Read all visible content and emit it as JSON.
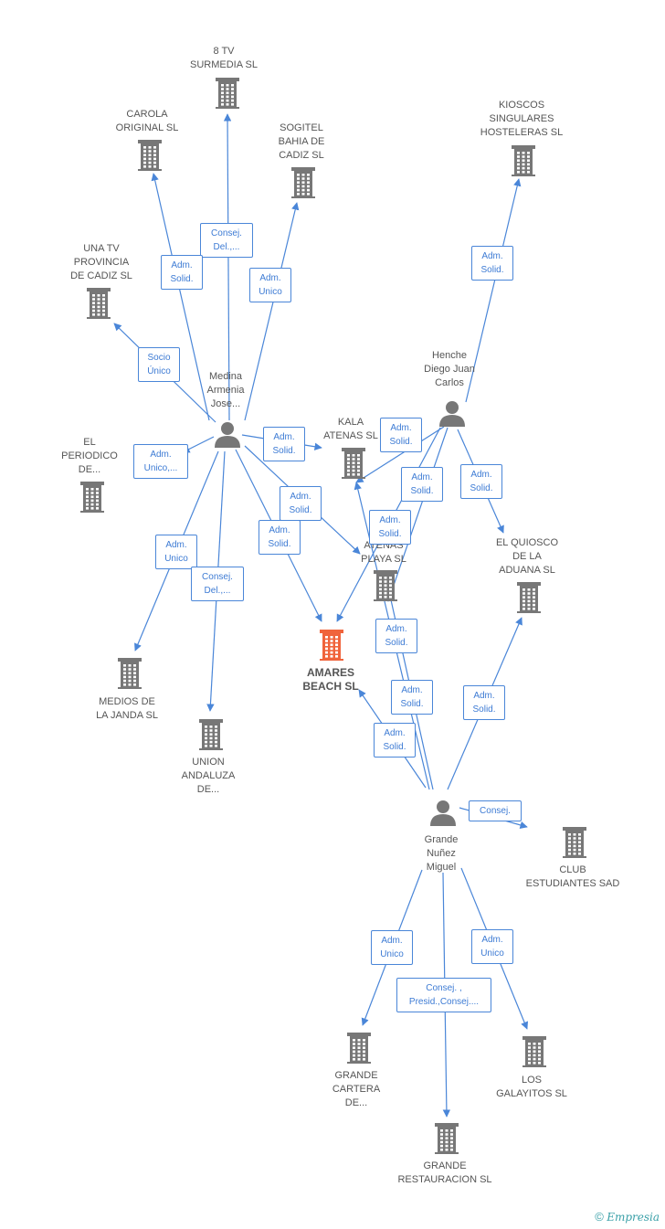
{
  "colors": {
    "edge": "#4a86d8",
    "building": "#777777",
    "focus": "#f0643c",
    "person": "#777777"
  },
  "nodes": [
    {
      "id": "8tv",
      "type": "company",
      "label": "8 TV\nSURMEDIA SL"
    },
    {
      "id": "carola",
      "type": "company",
      "label": "CAROLA\nORIGINAL  SL"
    },
    {
      "id": "sogitel",
      "type": "company",
      "label": "SOGITEL\nBAHIA DE\nCADIZ SL"
    },
    {
      "id": "kioscos",
      "type": "company",
      "label": "KIOSCOS\nSINGULARES\nHOSTELERAS SL"
    },
    {
      "id": "unatv",
      "type": "company",
      "label": "UNA TV\nPROVINCIA\nDE CADIZ SL"
    },
    {
      "id": "medina",
      "type": "person",
      "label": "Medina\nArmenia\nJose..."
    },
    {
      "id": "henche",
      "type": "person",
      "label": "Henche\nDiego Juan\nCarlos"
    },
    {
      "id": "periodico",
      "type": "company",
      "label": "EL\nPERIODICO\nDE..."
    },
    {
      "id": "kala",
      "type": "company",
      "label": "KALA\nATENAS  SL"
    },
    {
      "id": "atenas",
      "type": "company",
      "label": "ATENAS\nPLAYA  SL"
    },
    {
      "id": "quiosco",
      "type": "company",
      "label": "EL QUIOSCO\nDE LA\nADUANA SL"
    },
    {
      "id": "amares",
      "type": "focus",
      "label": "AMARES\nBEACH  SL"
    },
    {
      "id": "medios",
      "type": "company",
      "label": "MEDIOS DE\nLA JANDA SL"
    },
    {
      "id": "union",
      "type": "company",
      "label": "UNION\nANDALUZA\nDE..."
    },
    {
      "id": "grande",
      "type": "person",
      "label": "Grande\nNuñez\nMiguel"
    },
    {
      "id": "club",
      "type": "company",
      "label": "CLUB\nESTUDIANTES SAD"
    },
    {
      "id": "cartera",
      "type": "company",
      "label": "GRANDE\nCARTERA\nDE..."
    },
    {
      "id": "galayitos",
      "type": "company",
      "label": "LOS\nGALAYITOS SL"
    },
    {
      "id": "restauracion",
      "type": "company",
      "label": "GRANDE\nRESTAURACION SL"
    }
  ],
  "edges": [
    {
      "from": "medina",
      "to": "8tv",
      "label": "Consej.\nDel.,..."
    },
    {
      "from": "medina",
      "to": "carola",
      "label": "Adm.\nSolid."
    },
    {
      "from": "medina",
      "to": "sogitel",
      "label": "Adm.\nUnico"
    },
    {
      "from": "medina",
      "to": "unatv",
      "label": "Socio\nÚnico"
    },
    {
      "from": "medina",
      "to": "periodico",
      "label": "Adm.\nUnico,..."
    },
    {
      "from": "medina",
      "to": "kala",
      "label": "Adm.\nSolid."
    },
    {
      "from": "medina",
      "to": "atenas",
      "label": "Adm.\nSolid."
    },
    {
      "from": "medina",
      "to": "amares",
      "label": "Adm.\nSolid."
    },
    {
      "from": "medina",
      "to": "medios",
      "label": "Adm.\nUnico"
    },
    {
      "from": "medina",
      "to": "union",
      "label": "Consej.\nDel.,..."
    },
    {
      "from": "henche",
      "to": "kioscos",
      "label": "Adm.\nSolid."
    },
    {
      "from": "henche",
      "to": "kala",
      "label": "Adm.\nSolid."
    },
    {
      "from": "henche",
      "to": "atenas",
      "label": "Adm.\nSolid."
    },
    {
      "from": "henche",
      "to": "amares",
      "label": "Adm.\nSolid."
    },
    {
      "from": "henche",
      "to": "quiosco",
      "label": "Adm.\nSolid."
    },
    {
      "from": "grande",
      "to": "atenas",
      "label": "Adm.\nSolid."
    },
    {
      "from": "grande",
      "to": "kala",
      "label": "Adm.\nSolid."
    },
    {
      "from": "grande",
      "to": "amares",
      "label": "Adm.\nSolid."
    },
    {
      "from": "grande",
      "to": "quiosco",
      "label": "Adm.\nSolid."
    },
    {
      "from": "grande",
      "to": "club",
      "label": "Consej."
    },
    {
      "from": "grande",
      "to": "cartera",
      "label": "Adm.\nUnico"
    },
    {
      "from": "grande",
      "to": "restauracion",
      "label": "Consej. ,\nPresid.,Consej...."
    },
    {
      "from": "grande",
      "to": "galayitos",
      "label": "Adm.\nUnico"
    }
  ],
  "footer": {
    "copyright": "©",
    "brand": "Empresia"
  }
}
